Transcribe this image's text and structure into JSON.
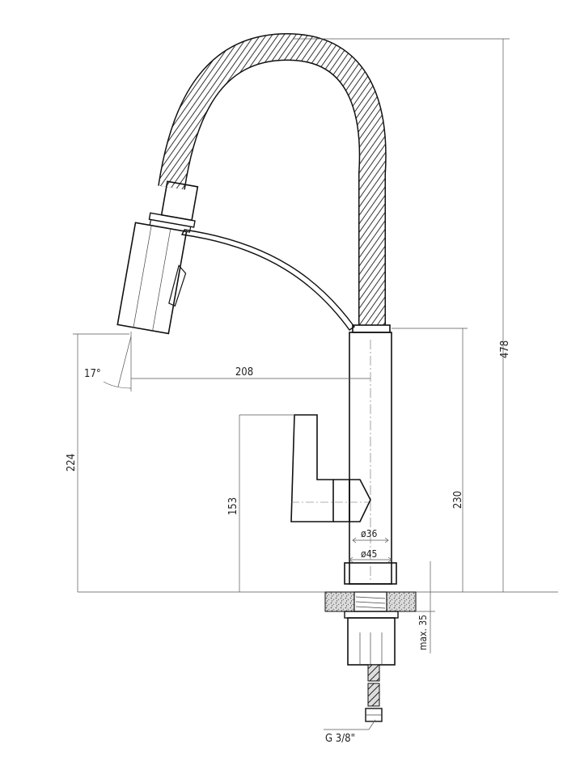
{
  "dimensions": {
    "total_height": "478",
    "spout_height": "230",
    "angle": "17°",
    "reach": "208",
    "head_height": "224",
    "lever_height": "153",
    "body_diameter": "ø36",
    "base_diameter": "ø45",
    "max_deck": "max. 35",
    "connection": "G 3/8\""
  }
}
